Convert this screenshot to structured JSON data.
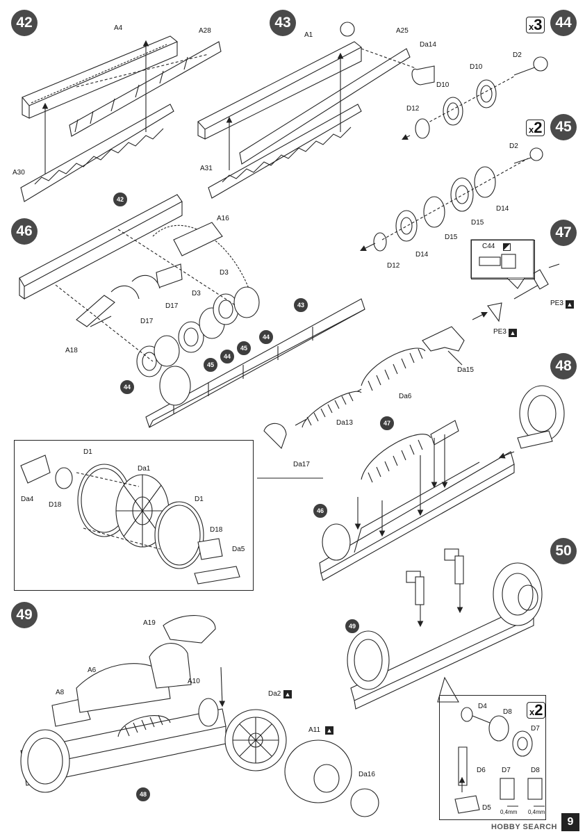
{
  "steps": [
    {
      "id": "s42",
      "num": "42"
    },
    {
      "id": "s43",
      "num": "43"
    },
    {
      "id": "s44",
      "num": "44",
      "multiplier": "3"
    },
    {
      "id": "s45",
      "num": "45",
      "multiplier": "2"
    },
    {
      "id": "s46",
      "num": "46"
    },
    {
      "id": "s47",
      "num": "47"
    },
    {
      "id": "s48",
      "num": "48"
    },
    {
      "id": "s49",
      "num": "49"
    },
    {
      "id": "s50",
      "num": "50",
      "multiplier": "2"
    }
  ],
  "step_refs": [
    "42",
    "43",
    "44",
    "45",
    "46",
    "47",
    "49"
  ],
  "multiplier_prefix": "x",
  "parts": {
    "A4": "A4",
    "A28": "A28",
    "A30": "A30",
    "A1": "A1",
    "A25": "A25",
    "A31": "A31",
    "Da14": "Da14",
    "D2": "D2",
    "D10": "D10",
    "D12": "D12",
    "D14": "D14",
    "D15": "D15",
    "A16": "A16",
    "D3": "D3",
    "D17": "D17",
    "A18": "A18",
    "C44": "C44",
    "PE3": "PE3",
    "Da15": "Da15",
    "Da6": "Da6",
    "Da13": "Da13",
    "Da17": "Da17",
    "D1": "D1",
    "Da1": "Da1",
    "Da4": "Da4",
    "D18": "D18",
    "Da5": "Da5",
    "A19": "A19",
    "A6": "A6",
    "A8": "A8",
    "A10": "A10",
    "Da2": "Da2",
    "A11": "A11",
    "Da16": "Da16",
    "D4": "D4",
    "D6": "D6",
    "D5": "D5",
    "D7": "D7",
    "D8": "D8"
  },
  "measurements": {
    "gap1": "0,4mm",
    "gap2": "0,4mm"
  },
  "page_number": "9",
  "watermark": "HOBBY SEARCH"
}
